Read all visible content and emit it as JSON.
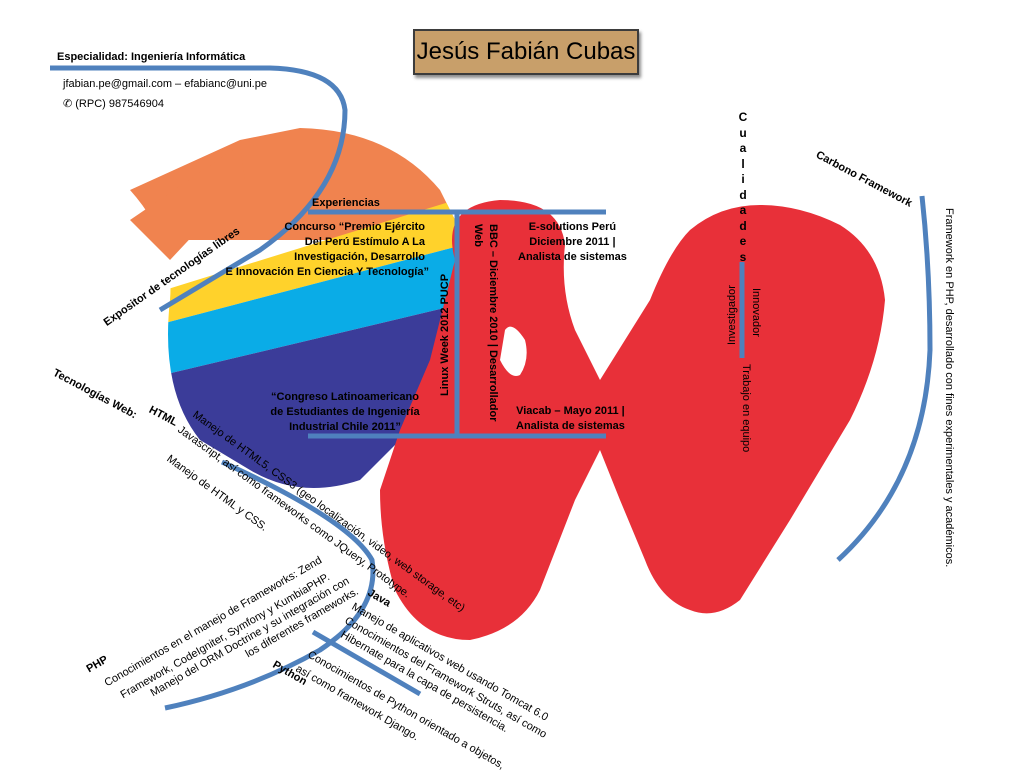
{
  "header": {
    "name": "Jesús Fabián Cubas",
    "specialty": "Especialidad: Ingeniería Informática",
    "emails": "jfabian.pe@gmail.com – efabianc@uni.pe",
    "phone": "✆ (RPC) 987546904"
  },
  "expositor": "Expositor de tecnologías libres",
  "experiences": {
    "heading": "Experiencias",
    "item1": [
      "Concurso “Premio Ejército",
      "Del Perú Estímulo A La",
      "Investigación, Desarrollo",
      "E Innovación En Ciencia Y Tecnología”"
    ],
    "item2": [
      "“Congreso Latinoamericano",
      "de Estudiantes de Ingeniería",
      "Industrial Chile 2011”"
    ],
    "linux_week": "Linux Week 2012 PUCP",
    "bbc": [
      "BBC – Diciembre 2010 | Desarrollador",
      "Web"
    ],
    "esolutions": [
      "E-solutions Perú",
      "Diciembre 2011 |",
      "Analista de sistemas"
    ],
    "viacab": [
      "Viacab – Mayo 2011 |",
      "Analista de sistemas"
    ]
  },
  "qualities": {
    "heading": "Cualidades",
    "items": [
      "Investigador",
      "Innovador",
      "Trabajo en equipo"
    ]
  },
  "carbono": {
    "heading": "Carbono Framework",
    "description": "Framework en PHP, desarrollado con fines experimentales y académicos."
  },
  "web_tech": {
    "heading": "Tecnologías Web:",
    "html_label": "HTML",
    "lines": [
      "Manejo de HTML5, CSS3 (geo localización, video, web storage, etc)",
      "Javascript, así como frameworks como JQuery, Prototype.",
      "Manejo de HTML y CSS."
    ]
  },
  "php": {
    "heading": "PHP",
    "lines": [
      "Conocimientos en el manejo de Frameworks: Zend",
      "Framework, CodeIgniter, Symfony y KumbiaPHP.",
      "Manejo del ORM Doctrine y su integración con",
      "los diferentes frameworks."
    ]
  },
  "java": {
    "heading": "Java",
    "lines": [
      "Manejo de aplicativos web usando Tomcat 6.0",
      "Conocimientos del Framework Struts, así como",
      "Hibernate para la capa de persistencia."
    ]
  },
  "python": {
    "heading": "Python",
    "lines": [
      "Conocimientos de Python orientado a objetos,",
      "así como framework Django."
    ]
  },
  "colors": {
    "accent_blue": "#4f81bd",
    "orange": "#f0834f",
    "yellow": "#ffd22b",
    "sky": "#0aace7",
    "indigo": "#3b3c99",
    "red": "#e83039",
    "title_bg": "#c89f6a"
  }
}
